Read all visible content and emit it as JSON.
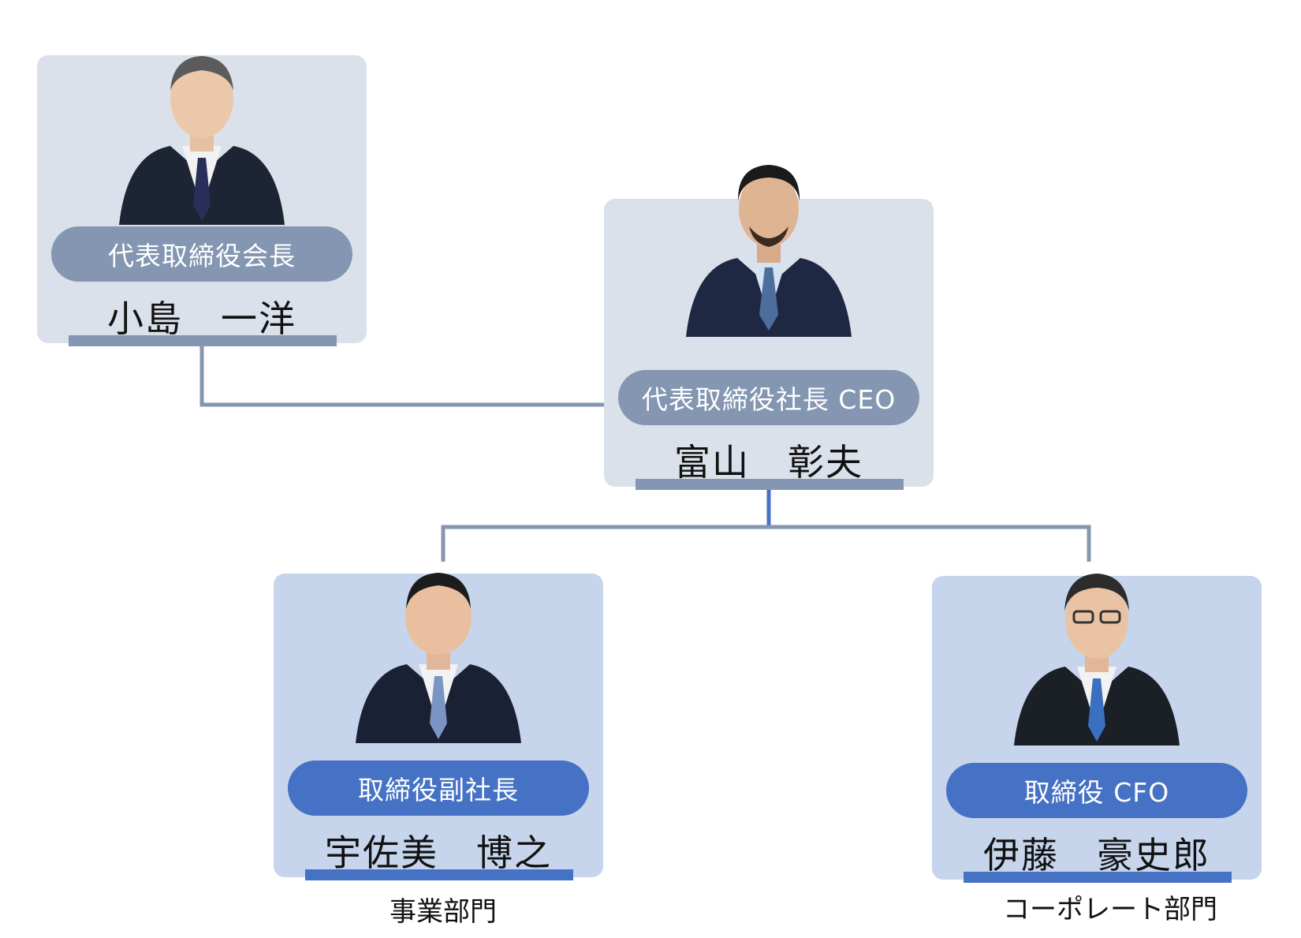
{
  "people": [
    {
      "role": "代表取締役会長",
      "name": "小島　一洋"
    },
    {
      "role": "代表取締役社長 CEO",
      "name": "富山　彰夫"
    },
    {
      "role": "取締役副社長",
      "name": "宇佐美　博之",
      "division": "事業部門"
    },
    {
      "role": "取締役 CFO",
      "name": "伊藤　豪史郎",
      "division": "コーポレート部門"
    }
  ],
  "colors": {
    "exec_card": "#dbe1ea",
    "exec_accent": "#8496b1",
    "officer_card": "#c6d5ec",
    "officer_accent": "#4572c4",
    "connector": "#8496b1",
    "connector_blue": "#4572c4"
  }
}
